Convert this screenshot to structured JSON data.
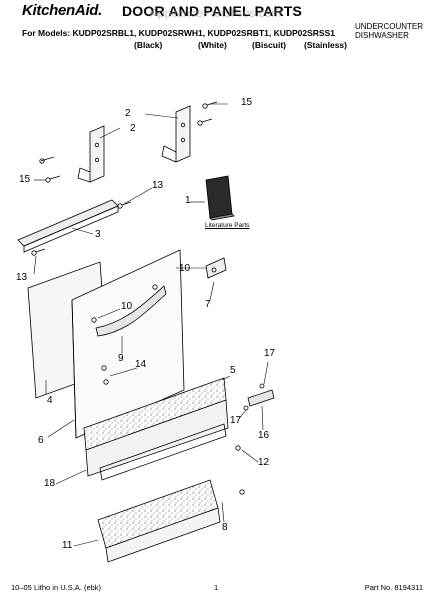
{
  "header": {
    "brand": "KitchenAid.",
    "title": "DOOR AND PANEL PARTS",
    "models_line": "For Models: KUDP02SRBL1, KUDP02SRWH1, KUDP02SRBT1, KUDP02SRSS1",
    "colors": [
      "(Black)",
      "(White)",
      "(Biscuit)",
      "(Stainless)"
    ],
    "product_type_line1": "UNDERCOUNTER",
    "product_type_line2": "DISHWASHER",
    "watermark": "AppliancePartsPros.com"
  },
  "callouts": [
    "2",
    "15",
    "2",
    "15",
    "13",
    "1",
    "3",
    "13",
    "10",
    "7",
    "10",
    "9",
    "14",
    "4",
    "17",
    "5",
    "17",
    "16",
    "6",
    "12",
    "18",
    "8",
    "11"
  ],
  "literature_label": "Literature Parts",
  "footer": {
    "left": "10–05 Litho in U.S.A. (ebk)",
    "center": "1",
    "right": "Part No. 8194311"
  }
}
